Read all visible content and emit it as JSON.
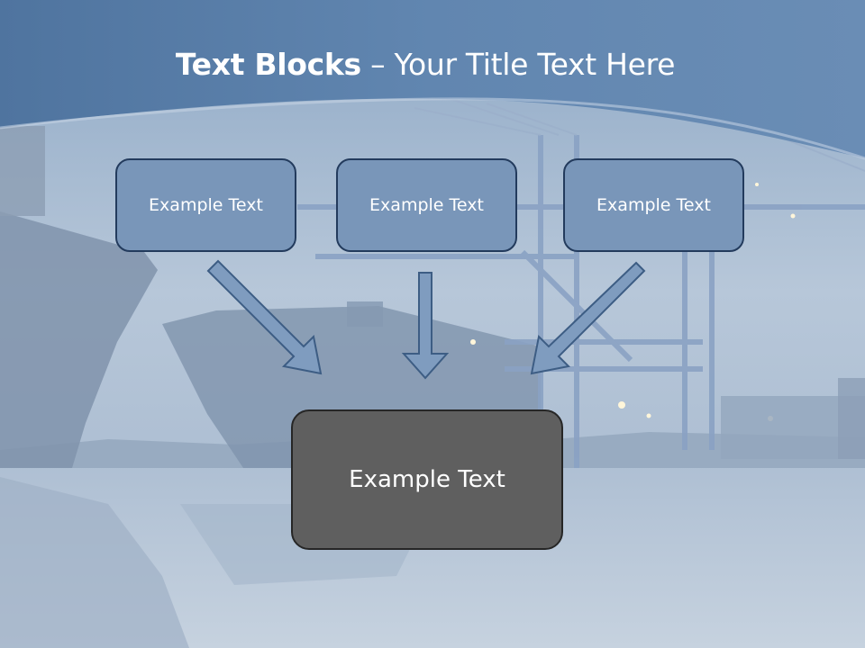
{
  "slide": {
    "title_bold": "Text Blocks",
    "title_dash": " – ",
    "title_rest": "Your Title Text Here",
    "boxes": [
      {
        "label": "Example Text"
      },
      {
        "label": "Example Text"
      },
      {
        "label": "Example Text"
      }
    ],
    "center_box": {
      "label": "Example Text"
    }
  },
  "colors": {
    "header_band": "#5b7ea8",
    "box_fill": "#7996b9",
    "box_border": "#233b5d",
    "center_fill": "#5f5f5f",
    "arrow_fill": "#7f9cbf"
  }
}
